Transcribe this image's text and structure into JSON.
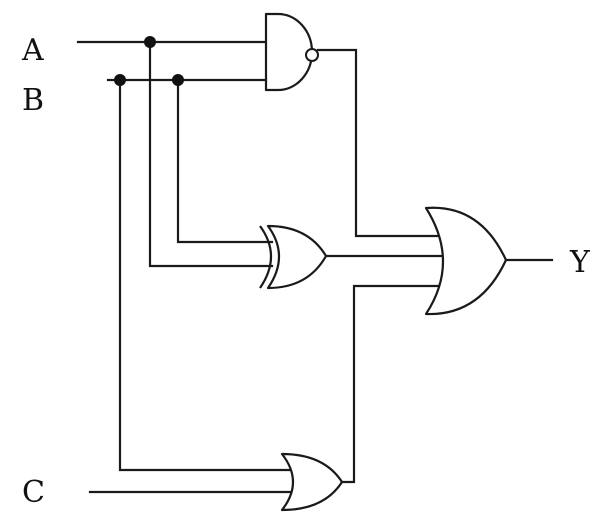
{
  "diagram": {
    "inputs": {
      "a": "A",
      "b": "B",
      "c": "C"
    },
    "output": {
      "y": "Y"
    },
    "gates": {
      "top": "nand",
      "middle": "xor",
      "bottom": "or",
      "final": "or"
    }
  }
}
